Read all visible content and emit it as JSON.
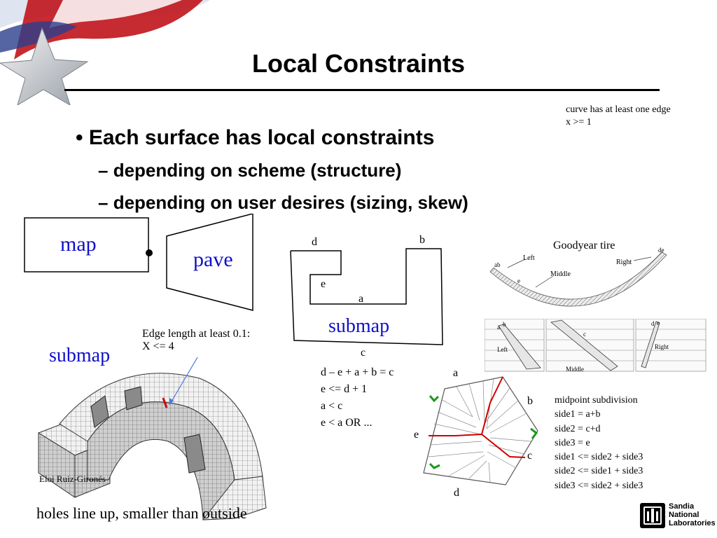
{
  "slide": {
    "title": "Local Constraints",
    "bullets": [
      {
        "marker": "•",
        "text": "Each surface has local constraints"
      },
      {
        "marker": "–",
        "text": "depending on scheme (structure)"
      },
      {
        "marker": "–",
        "text": "depending on user desires (sizing, skew)"
      }
    ],
    "note_top_right": [
      "curve has at least one edge",
      "x >= 1"
    ]
  },
  "shapes": {
    "map_label": "map",
    "pave_label": "pave",
    "dot": "•"
  },
  "submap_diagram": {
    "label": "submap",
    "edges": {
      "a": "a",
      "b": "b",
      "c": "c",
      "d": "d",
      "e": "e"
    },
    "equations": [
      "d – e + a + b = c",
      "e <= d + 1",
      "a < c",
      "e < a OR ..."
    ]
  },
  "arch_figure": {
    "label": "submap",
    "edge_note": [
      "Edge length at least 0.1:",
      "X <= 4"
    ],
    "credit": "Eloi Ruiz-Gironés",
    "caption": "holes line up, smaller than outside"
  },
  "tire_figure": {
    "title": "Goodyear tire",
    "labels": {
      "left": "Left",
      "middle": "Middle",
      "right": "Right",
      "ab": "ab",
      "e": "e",
      "de": "de"
    },
    "panel_labels": {
      "a": "a",
      "b": "b",
      "left": "Left",
      "c": "c",
      "middle": "Middle",
      "d": "d",
      "e": "e",
      "right": "Right"
    }
  },
  "midpoint_figure": {
    "vertex_labels": {
      "a": "a",
      "b": "b",
      "c": "c",
      "d": "d",
      "e": "e"
    },
    "text": [
      "midpoint subdivision",
      "side1 = a+b",
      "side2 = c+d",
      "side3 = e",
      "side1 <= side2 + side3",
      "side2 <= side1 + side3",
      "side3 <= side2 + side3"
    ]
  },
  "logo": {
    "lines": [
      "Sandia",
      "National",
      "Laboratories"
    ]
  },
  "colors": {
    "accent_blue": "#1010c8",
    "red": "#d00000",
    "green": "#1a9a1a"
  }
}
